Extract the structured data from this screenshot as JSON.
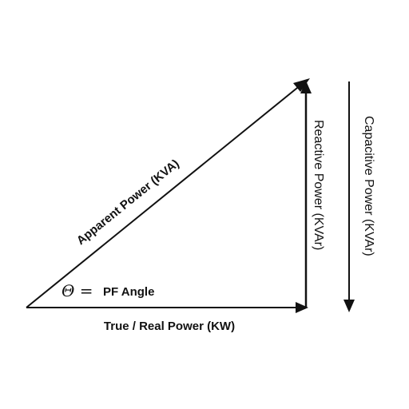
{
  "diagram": {
    "title": "",
    "labels": {
      "hypotenuse": "Apparent Power (KVA)",
      "base": "True / Real Power (KW)",
      "vertical": "Reactive Power (KVAr)",
      "capacitive": "Capacitive Power (KVAr)",
      "theta_symbol": "Θ =",
      "angle": "PF Angle"
    },
    "colors": {
      "line": "#111111",
      "background": "#ffffff"
    }
  }
}
